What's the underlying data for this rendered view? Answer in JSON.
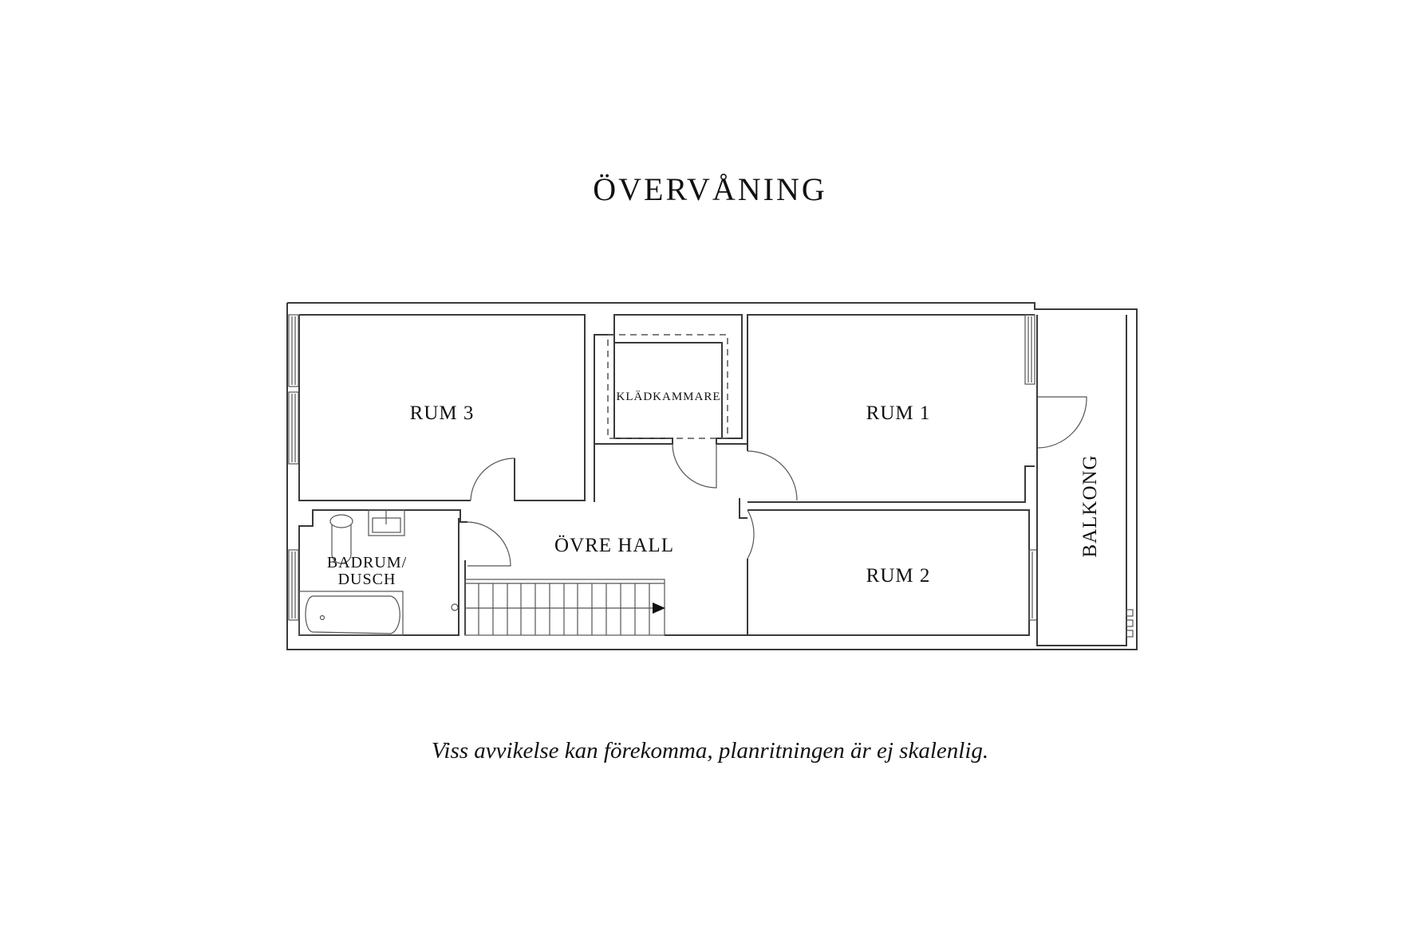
{
  "title": "ÖVERVÅNING",
  "disclaimer": "Viss avvikelse kan förekomma, planritningen är ej skalenlig.",
  "rooms": {
    "rum3": "RUM 3",
    "kladkammare": "KLÄDKAMMARE",
    "rum1": "RUM 1",
    "rum2": "RUM 2",
    "ovre_hall": "ÖVRE HALL",
    "badrum_line1": "BADRUM/",
    "badrum_line2": "DUSCH",
    "balkong": "BALKONG"
  },
  "colors": {
    "wall": "#3a3a3a",
    "text": "#111111",
    "background": "#ffffff"
  }
}
